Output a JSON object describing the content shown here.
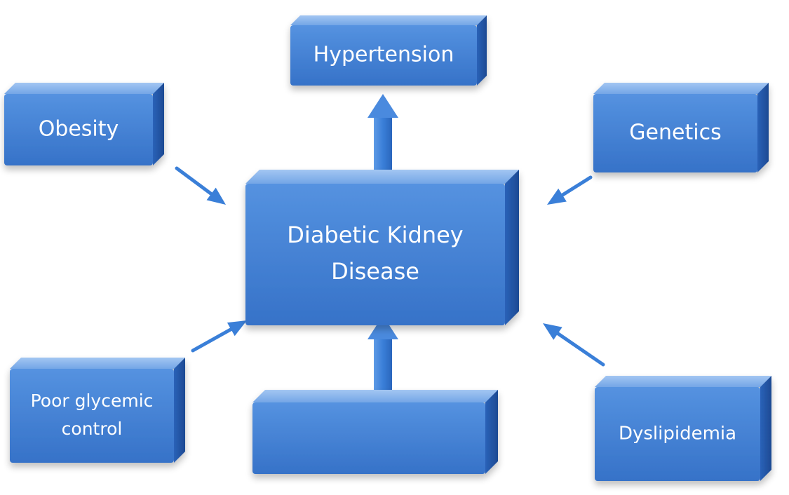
{
  "nodes": {
    "center": {
      "lines": [
        "Diabetic Kidney",
        "Disease"
      ]
    },
    "hypertension": {
      "lines": [
        "Hypertension"
      ]
    },
    "obesity": {
      "lines": [
        "Obesity"
      ]
    },
    "genetics": {
      "lines": [
        "Genetics"
      ]
    },
    "glycemic": {
      "lines": [
        "Poor glycemic",
        "control"
      ]
    },
    "bottom": {
      "lines": []
    },
    "dyslipidemia": {
      "lines": [
        "Dyslipidemia"
      ]
    }
  },
  "colors": {
    "face": "#3f7fd3",
    "top": "#8ab5ec",
    "side": "#2456a8",
    "arrow": "#3a7fd8"
  }
}
